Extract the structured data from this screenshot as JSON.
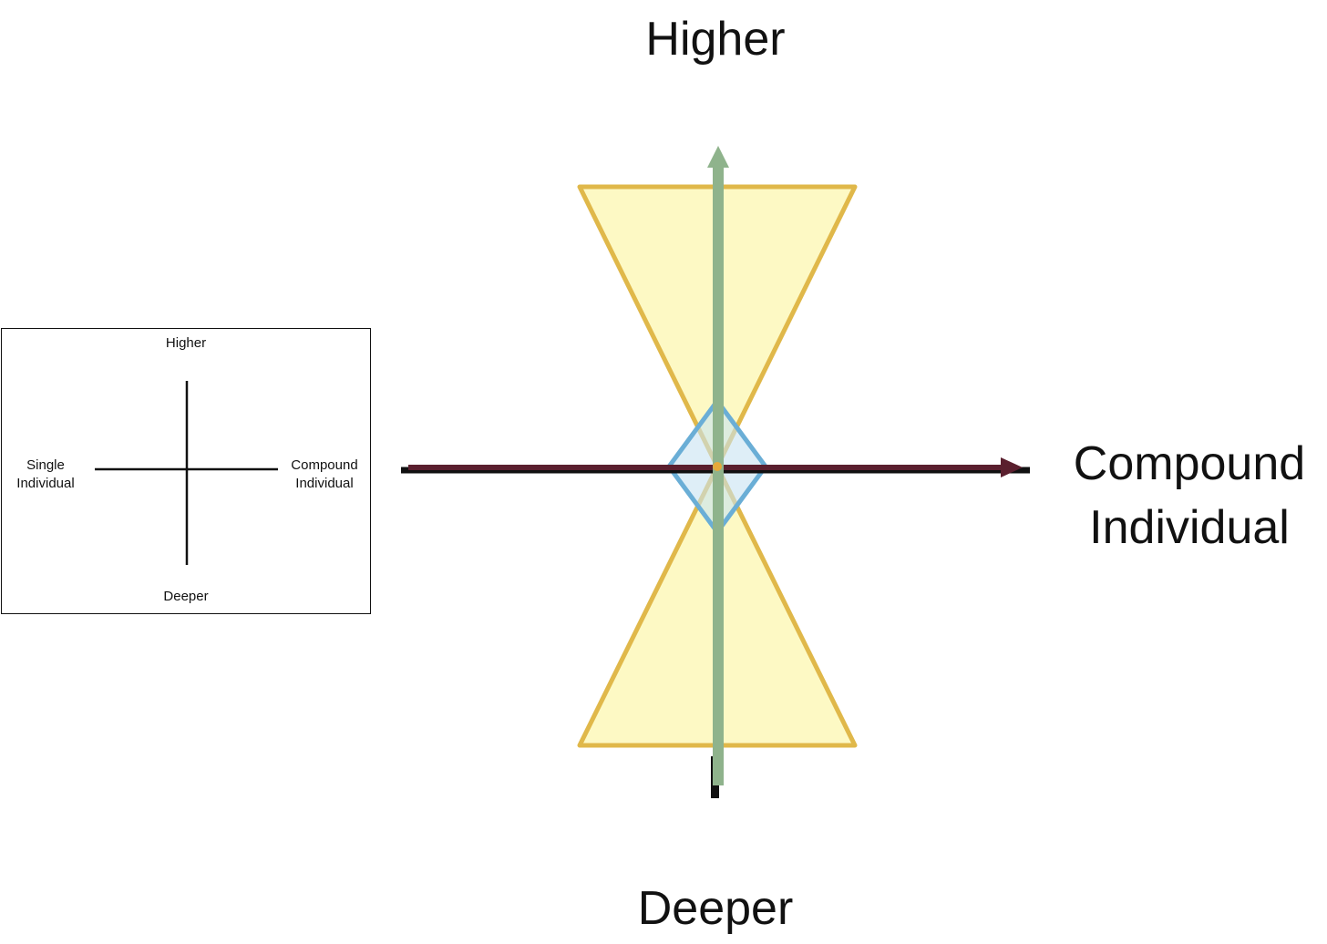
{
  "inset": {
    "top_label": "Higher",
    "bottom_label": "Deeper",
    "left_label": "Single\nIndividual",
    "right_label": "Compound\nIndividual"
  },
  "main": {
    "top_label": "Higher",
    "bottom_label": "Deeper",
    "right_label": "Compound\nIndividual"
  },
  "colors": {
    "cone_fill": "#fdf9c4",
    "cone_stroke": "#e0b84a",
    "vertical_axis": "#8fb38c",
    "horizontal_axis": "#5a1f2e",
    "diamond_stroke": "#6aaed6",
    "diamond_fill": "#c8e3f2",
    "center_dot": "#e6a93a"
  }
}
